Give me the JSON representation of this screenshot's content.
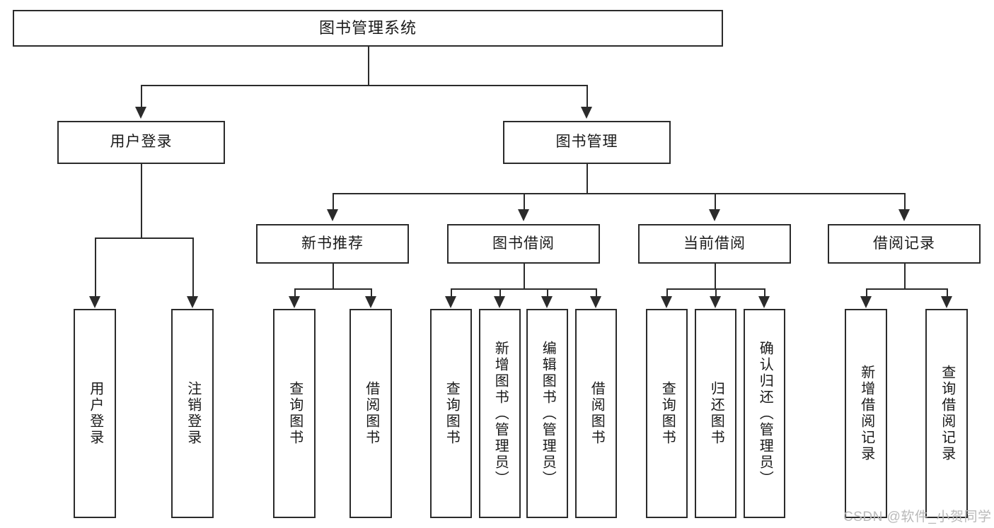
{
  "diagram": {
    "title": "图书管理系统",
    "root": {
      "label": "图书管理系统"
    },
    "level2": [
      {
        "label": "用户登录"
      },
      {
        "label": "图书管理"
      }
    ],
    "level3": [
      {
        "label": "新书推荐"
      },
      {
        "label": "图书借阅"
      },
      {
        "label": "当前借阅"
      },
      {
        "label": "借阅记录"
      }
    ],
    "leaves": {
      "user_login": [
        {
          "label": "用户登录"
        },
        {
          "label": "注销登录"
        }
      ],
      "new_book": [
        {
          "label": "查询图书"
        },
        {
          "label": "借阅图书"
        }
      ],
      "book_borrow": [
        {
          "label": "查询图书"
        },
        {
          "label": "新增图书（管理员）"
        },
        {
          "label": "编辑图书（管理员）"
        },
        {
          "label": "借阅图书"
        }
      ],
      "current_borrow": [
        {
          "label": "查询图书"
        },
        {
          "label": "归还图书"
        },
        {
          "label": "确认归还（管理员）"
        }
      ],
      "borrow_record": [
        {
          "label": "新增借阅记录"
        },
        {
          "label": "查询借阅记录"
        }
      ]
    },
    "watermark": "CSDN @软件_小贺同学",
    "colors": {
      "stroke": "#2b2b2b",
      "background": "#ffffff",
      "text": "#1a1a1a",
      "watermark": "#b9b9b9"
    }
  }
}
